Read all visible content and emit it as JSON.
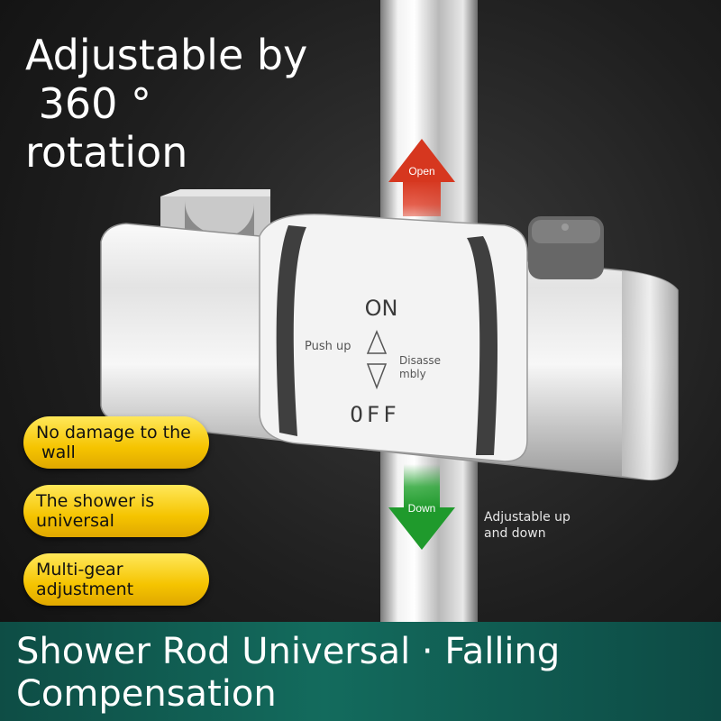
{
  "headline": {
    "line1": "Adjustable by",
    "line2": " 360 °",
    "line3": "rotation"
  },
  "product": {
    "name": "shower rod slide bar holder",
    "labels": {
      "open": "Open",
      "down": "Down",
      "on": "ON",
      "off": "OFF",
      "push_up": "Push up",
      "disassembly_line1": "Disasse",
      "disassembly_line2": "mbly"
    },
    "colors": {
      "chrome": "#d9d9d9",
      "strap": "#4a4a4a",
      "button": "#6a6a6a",
      "arrow_up": "#e0442e",
      "arrow_down": "#2fa83a"
    }
  },
  "features": [
    {
      "line1": "No damage to the",
      "line2": " wall"
    },
    {
      "line1": "The shower is",
      "line2": "universal"
    },
    {
      "line1": "Multi-gear",
      "line2": "adjustment"
    }
  ],
  "side_note": {
    "line1": "Adjustable up",
    "line2": "and down"
  },
  "banner": {
    "line1": "Shower Rod Universal · Falling",
    "line2": "Compensation",
    "color": "#136b5d"
  }
}
